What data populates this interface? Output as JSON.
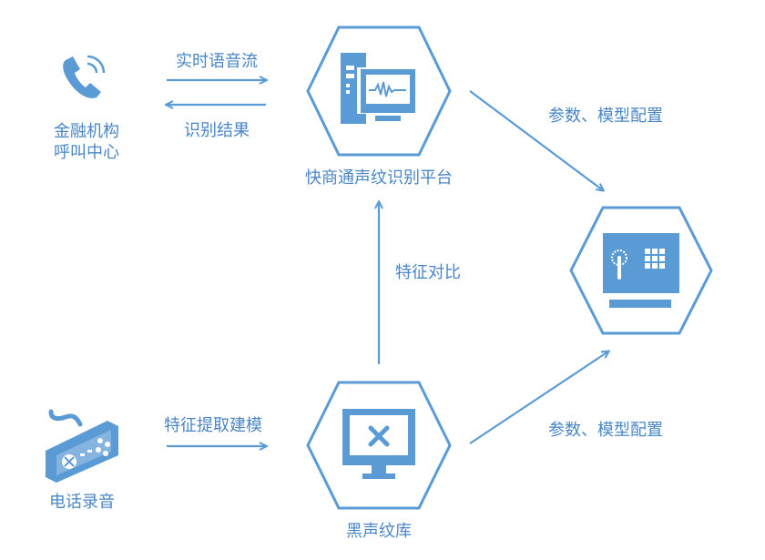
{
  "colors": {
    "accent": "#5b9bd5",
    "text": "#4a86c5"
  },
  "nodes": {
    "call_center": {
      "line1": "金融机构",
      "line2": "呼叫中心",
      "icon": "phone-icon"
    },
    "platform": {
      "label": "快商通声纹识别平台",
      "icon": "computer-waveform-icon"
    },
    "safe": {
      "icon": "safe-icon"
    },
    "phone_recording": {
      "label": "电话录音",
      "icon": "gamepad-icon"
    },
    "blacklist_db": {
      "label": "黑声纹库",
      "icon": "monitor-x-icon"
    }
  },
  "edges": {
    "realtime_stream": "实时语音流",
    "recognition_result": "识别结果",
    "params_top": "参数、模型配置",
    "feature_compare": "特征对比",
    "feature_extract": "特征提取建模",
    "params_bottom": "参数、模型配置"
  }
}
